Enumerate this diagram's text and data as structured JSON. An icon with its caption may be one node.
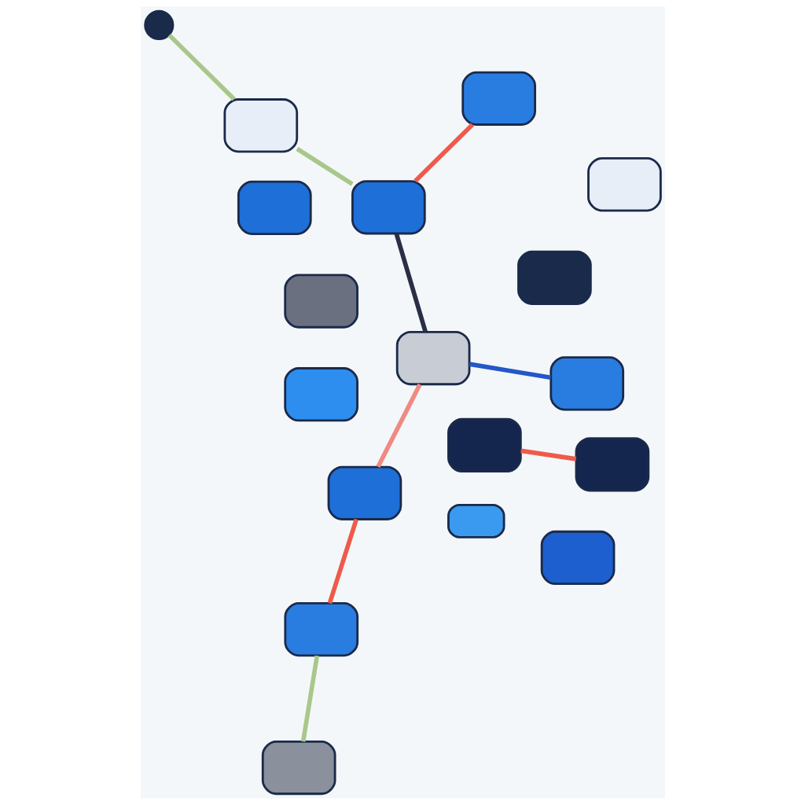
{
  "diagram": {
    "nodes": [
      {
        "text": [],
        "shape": "box"
      },
      {
        "text": [],
        "shape": "box"
      },
      {
        "text": [],
        "shape": "box"
      },
      {
        "text": [],
        "shape": "box"
      },
      {
        "text": [],
        "shape": "box"
      },
      {
        "text": [],
        "shape": "circle"
      },
      {
        "text": [],
        "shape": "box"
      },
      {
        "text": [],
        "shape": "box"
      },
      {
        "text": [],
        "shape": "box"
      },
      {
        "text": [],
        "shape": "box"
      },
      {
        "text": [],
        "shape": "box"
      },
      {
        "text": [],
        "shape": "box"
      },
      {
        "text": [],
        "shape": "box"
      },
      {
        "text": [],
        "shape": "box"
      },
      {
        "text": [],
        "shape": "box"
      },
      {
        "text": [],
        "shape": "box"
      },
      {
        "text": [],
        "shape": "box"
      },
      {
        "text": [],
        "shape": "box"
      }
    ],
    "edges": [
      {
        "from": 3,
        "to": 1,
        "arrow": "none",
        "color": "#ef5a4a"
      },
      {
        "from": 4,
        "to": 5,
        "arrow": "none",
        "color": "#a8c88a"
      },
      {
        "from": 4,
        "to": 9,
        "arrow": "none",
        "color": "#a8c88a"
      },
      {
        "from": 9,
        "to": 10,
        "arrow": "none",
        "color": "#ef5a4a"
      },
      {
        "from": 7,
        "to": 12,
        "arrow": "none",
        "color": "#2457c8"
      },
      {
        "from": 9,
        "to": 12,
        "arrow": "none",
        "color": "#2a2f45"
      },
      {
        "from": 12,
        "to": 15,
        "arrow": "none",
        "color": "#ef8a80"
      },
      {
        "from": 15,
        "to": 16,
        "arrow": "none",
        "color": "#ef5a4a"
      },
      {
        "from": 16,
        "to": 17,
        "arrow": "none",
        "color": "#a8c88a"
      }
    ]
  }
}
